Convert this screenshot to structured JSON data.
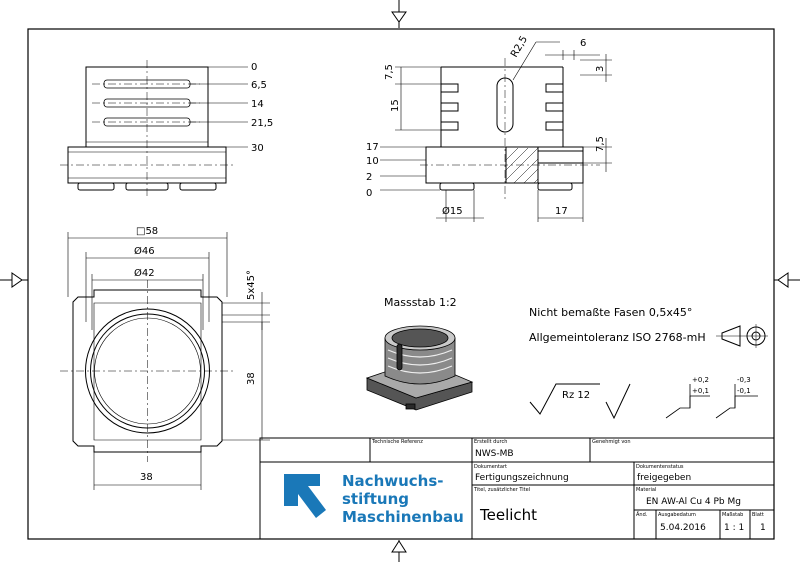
{
  "drawing": {
    "scale_note": "Massstab 1:2",
    "notes": [
      "Nicht bemaßte Fasen 0,5x45°",
      "Allgemeintoleranz ISO 2768-mH"
    ],
    "surface": "Rz 12",
    "tolerance_upper": [
      "+0,2",
      "+0,1"
    ],
    "tolerance_lower": [
      "-0,3",
      "-0,1"
    ]
  },
  "top_view": {
    "dims": [
      "0",
      "6,5",
      "14",
      "21,5",
      "30"
    ]
  },
  "section_view": {
    "dims_left": [
      "7,5",
      "15",
      "17",
      "10",
      "2",
      "0"
    ],
    "dims_top": [
      "R2,5",
      "6",
      "3"
    ],
    "dims_right": [
      "7,5"
    ],
    "dims_bottom": [
      "Ø15",
      "17"
    ]
  },
  "plan_view": {
    "dims": [
      "□58",
      "Ø46",
      "Ø42",
      "5x45°",
      "38",
      "38"
    ]
  },
  "title_block": {
    "labels": {
      "tech_ref": "Technische Referenz",
      "created_by": "Erstellt durch",
      "approved_by": "Genehmigt von",
      "doc_type": "Dokumentart",
      "doc_status": "Dokumentenstatus",
      "title_label": "Titel, zusätzlicher Titel",
      "material": "Material",
      "date_label": "Ausgabedatum",
      "scale_label": "Maßstab",
      "sheet_label": "Blatt",
      "change_label": "Änd."
    },
    "values": {
      "created_by": "NWS-MB",
      "doc_type": "Fertigungszeichnung",
      "doc_status": "freigegeben",
      "title": "Teelicht",
      "material": "EN AW-Al Cu 4 Pb Mg",
      "date": "5.04.2016",
      "scale": "1 : 1",
      "sheet": "1"
    },
    "logo": [
      "Nachwuchs-",
      "stiftung",
      "Maschinenbau"
    ],
    "logo_color": "#1a78b8"
  }
}
